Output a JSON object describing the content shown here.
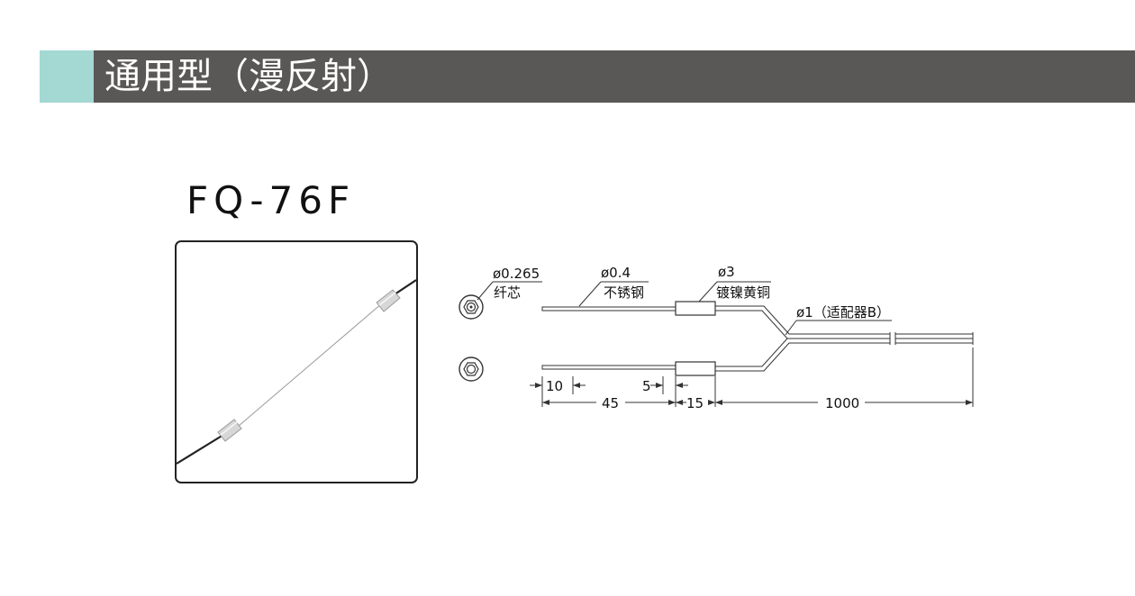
{
  "header": {
    "title": "通用型（漫反射）",
    "accent_color": "#a3d8d3",
    "bar_color": "#5a5856"
  },
  "model": "FQ-76F",
  "drawing": {
    "labels": {
      "core_dia": "ø0.265",
      "core_name": "纤芯",
      "probe_dia": "ø0.4",
      "probe_material": "不锈钢",
      "sleeve_dia": "ø3",
      "sleeve_material": "镀镍黄铜",
      "cable_dia": "ø1（适配器B）"
    },
    "dimensions": {
      "d10": "10",
      "d5": "5",
      "d45": "45",
      "d15": "15",
      "d1000": "1000"
    }
  }
}
